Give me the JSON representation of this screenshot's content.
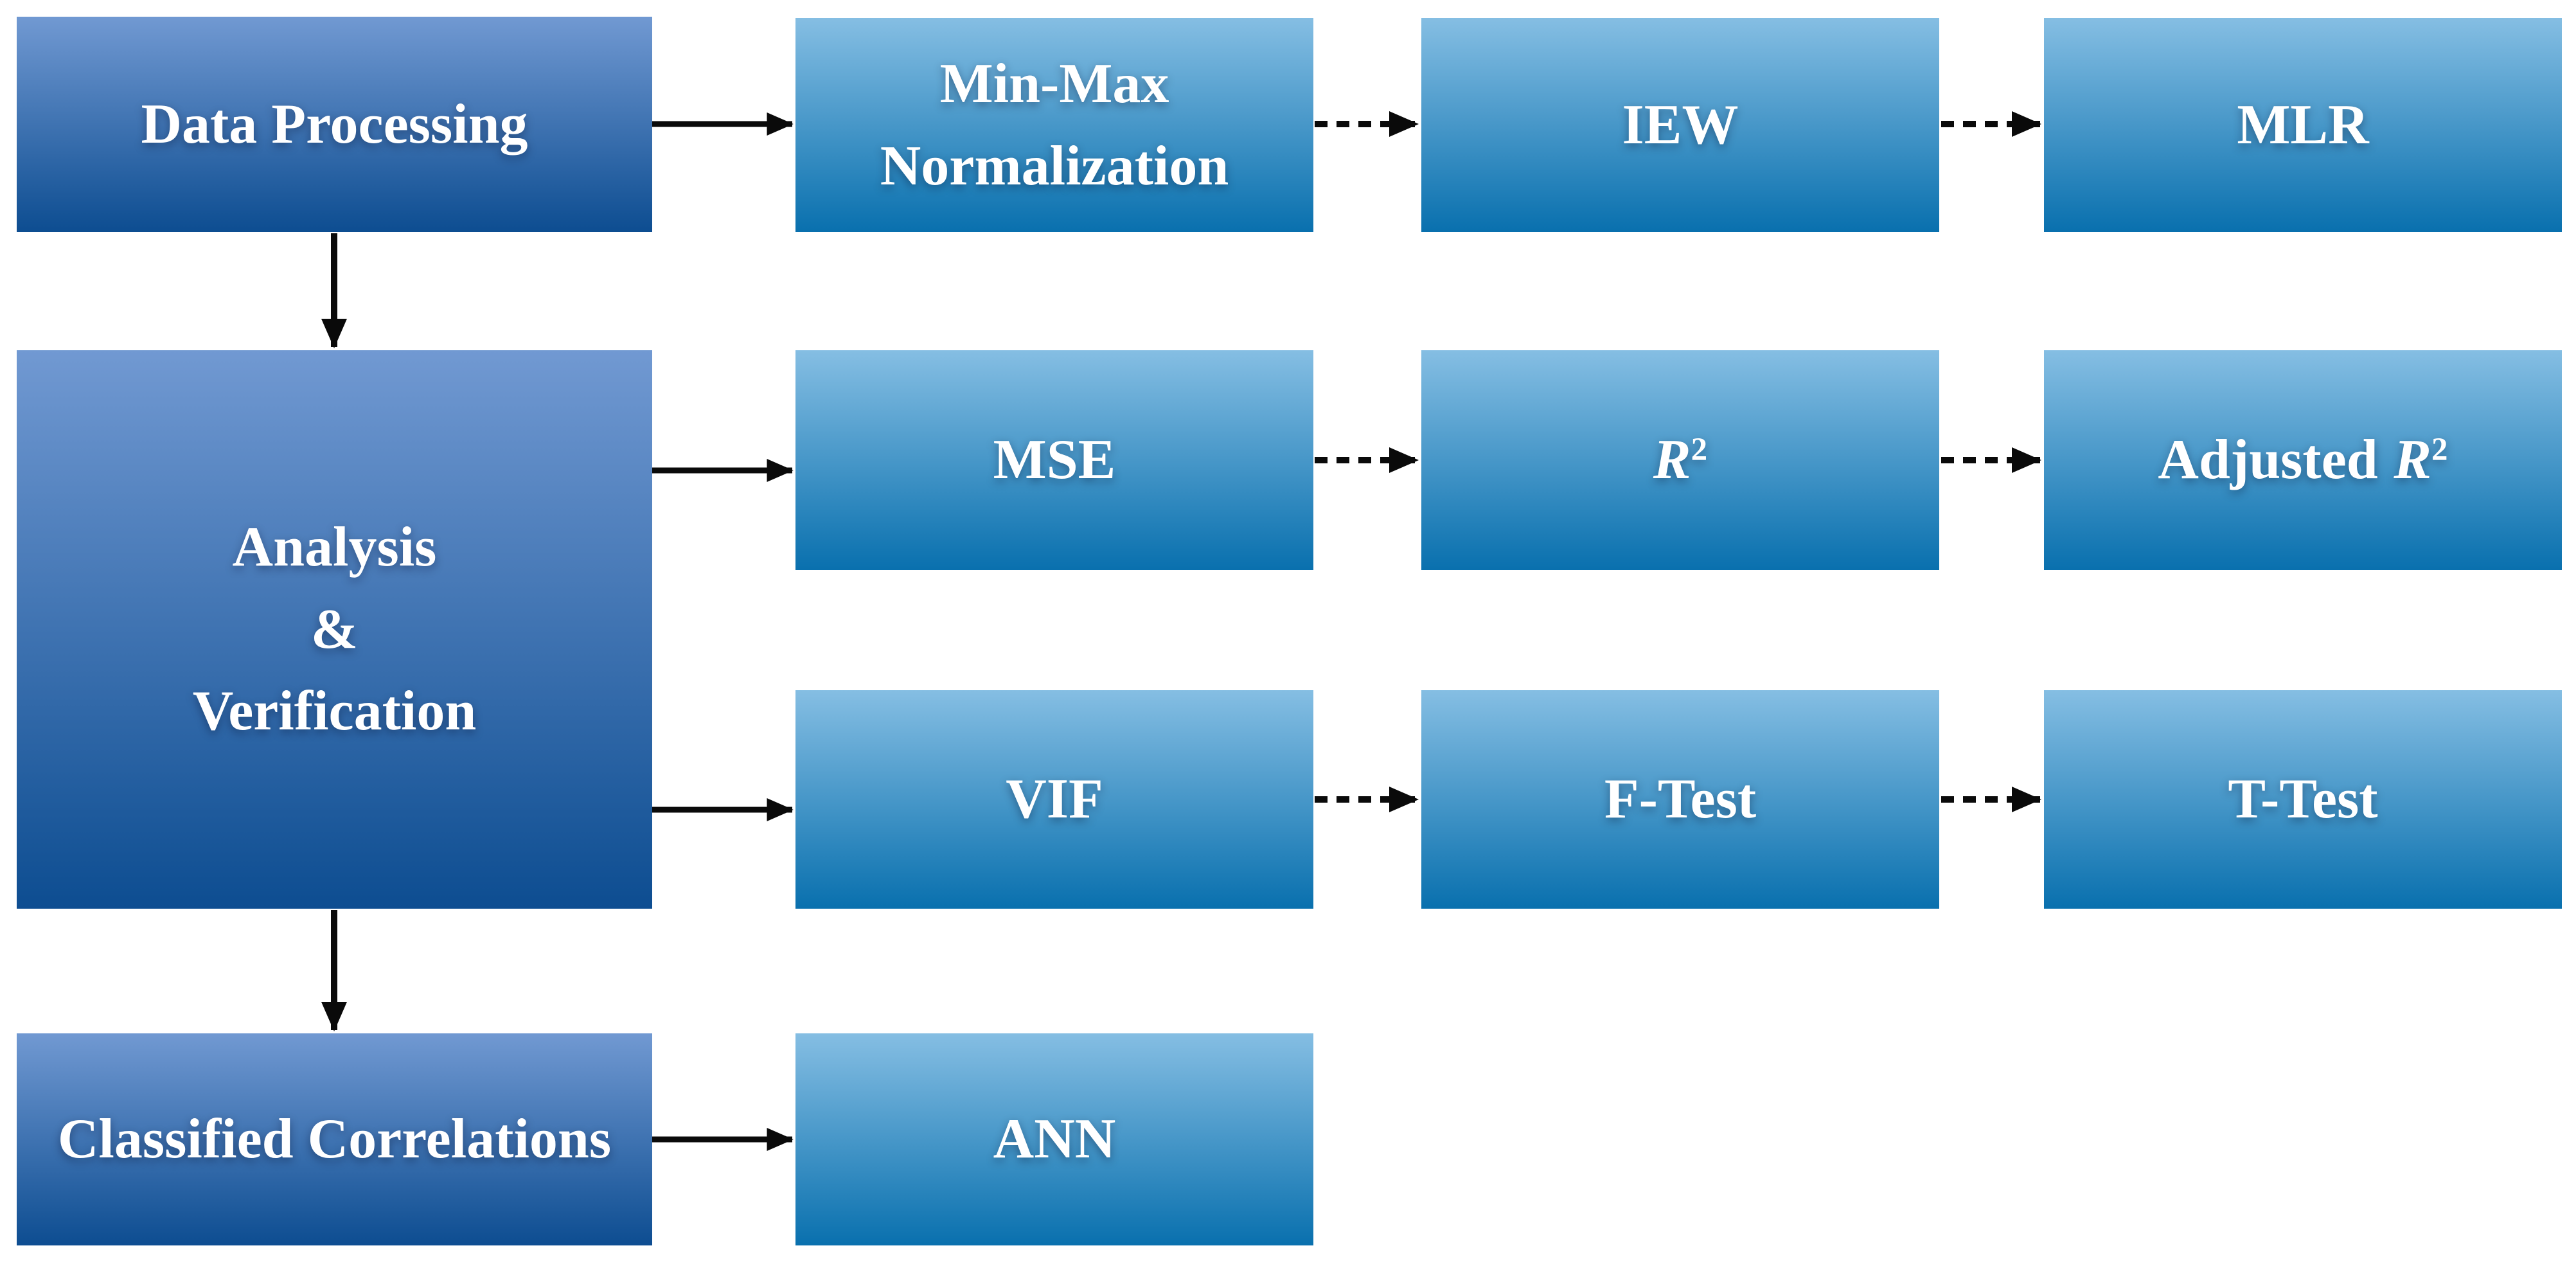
{
  "colors": {
    "background": "#FFFFFF",
    "text": "#FFFFFF",
    "arrow": "#0A0A0A",
    "left_box_gradient_top": "#7199D2",
    "left_box_gradient_bottom": "#0D4D91",
    "right_box_gradient_top": "#85BEE3",
    "right_box_gradient_bottom": "#0970AE"
  },
  "nodes": {
    "data_processing": {
      "label": "Data Processing"
    },
    "min_max_normalization": {
      "line1": "Min-Max",
      "line2": "Normalization"
    },
    "iew": {
      "label": "IEW"
    },
    "mlr": {
      "label": "MLR"
    },
    "analysis_verification": {
      "line1": "Analysis",
      "line2": "&",
      "line3": "Verification"
    },
    "mse": {
      "label": "MSE"
    },
    "r_squared": {
      "base": "R",
      "superscript": "2"
    },
    "adjusted_r_squared": {
      "prefix": "Adjusted",
      "base": "R",
      "superscript": "2"
    },
    "vif": {
      "label": "VIF"
    },
    "f_test": {
      "label": "F-Test"
    },
    "t_test": {
      "label": "T-Test"
    },
    "classified_correlations": {
      "label": "Classified Correlations"
    },
    "ann": {
      "label": "ANN"
    }
  },
  "edges": [
    {
      "from": "Data Processing",
      "to": "Min-Max Normalization",
      "style": "solid"
    },
    {
      "from": "Min-Max Normalization",
      "to": "IEW",
      "style": "dashed"
    },
    {
      "from": "IEW",
      "to": "MLR",
      "style": "dashed"
    },
    {
      "from": "Data Processing",
      "to": "Analysis & Verification",
      "style": "solid"
    },
    {
      "from": "Analysis & Verification",
      "to": "MSE",
      "style": "solid"
    },
    {
      "from": "MSE",
      "to": "R²",
      "style": "dashed"
    },
    {
      "from": "R²",
      "to": "Adjusted R²",
      "style": "dashed"
    },
    {
      "from": "Analysis & Verification",
      "to": "VIF",
      "style": "solid"
    },
    {
      "from": "VIF",
      "to": "F-Test",
      "style": "dashed"
    },
    {
      "from": "F-Test",
      "to": "T-Test",
      "style": "dashed"
    },
    {
      "from": "Analysis & Verification",
      "to": "Classified Correlations",
      "style": "solid"
    },
    {
      "from": "Classified Correlations",
      "to": "ANN",
      "style": "solid"
    }
  ]
}
